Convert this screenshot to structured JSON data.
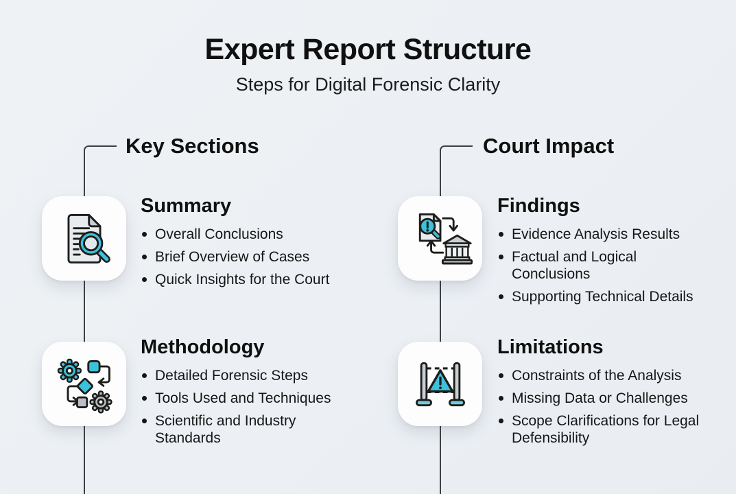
{
  "title": "Expert Report Structure",
  "subtitle": "Steps for Digital Forensic Clarity",
  "columns": [
    {
      "header": "Key Sections",
      "sections": [
        {
          "icon": "document-search-icon",
          "heading": "Summary",
          "bullets": [
            "Overall Conclusions",
            "Brief Overview of Cases",
            "Quick Insights for the Court"
          ]
        },
        {
          "icon": "process-gears-icon",
          "heading": "Methodology",
          "bullets": [
            "Detailed Forensic Steps",
            "Tools Used and Techniques",
            "Scientific and Industry Standards"
          ]
        }
      ]
    },
    {
      "header": "Court Impact",
      "sections": [
        {
          "icon": "evidence-court-icon",
          "heading": "Findings",
          "bullets": [
            "Evidence Analysis Results",
            "Factual and Logical Conclusions",
            "Supporting Technical Details"
          ]
        },
        {
          "icon": "barrier-warning-icon",
          "heading": "Limitations",
          "bullets": [
            "Constraints of the Analysis",
            "Missing Data or Challenges",
            "Scope Clarifications for Legal Defensibility"
          ]
        }
      ]
    }
  ],
  "colors": {
    "accent_cyan": "#3cc1dc",
    "background": "#edf1f5",
    "card": "#fdfdfd",
    "outline": "#1d1d1b",
    "gray_fill": "#c9ced3",
    "light_fill": "#e7ebee",
    "line": "#3d4043",
    "text": "#141414"
  }
}
